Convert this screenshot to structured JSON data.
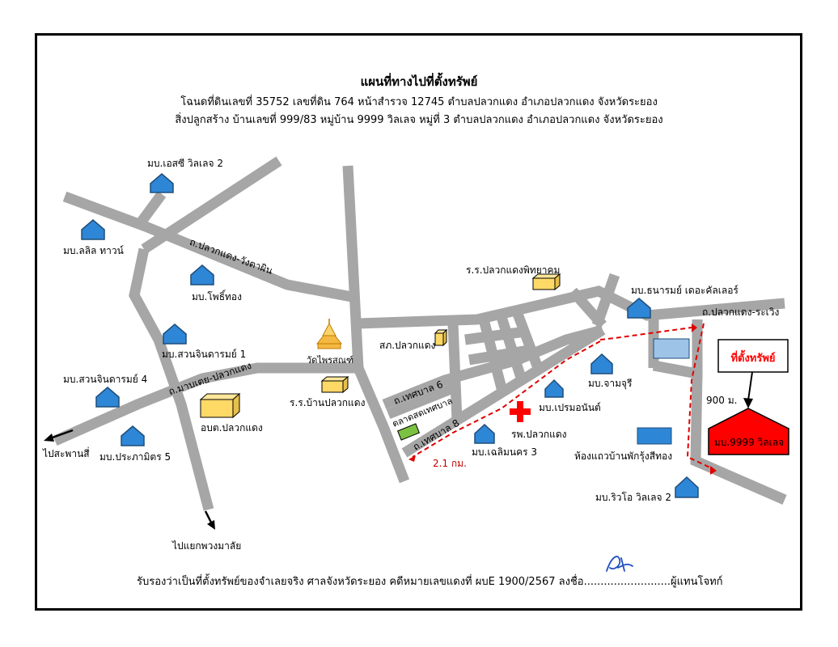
{
  "header": {
    "title": "แผนที่ทางไปที่ตั้งทรัพย์",
    "line1": "โฉนดที่ดินเลขที่ 35752  เลขที่ดิน 764  หน้าสำรวจ 12745  ตำบลปลวกแดง  อำเภอปลวกแดง  จังหวัดระยอง",
    "line2": "สิ่งปลูกสร้าง  บ้านเลขที่ 999/83  หมู่บ้าน 9999 วิลเลจ  หมู่ที่ 3  ตำบลปลวกแดง  อำเภอปลวกแดง  จังหวัดระยอง"
  },
  "roads": {
    "pluakdaeng_wangtaphin": "ถ.ปลวกแดง-วังตาผิน",
    "maptaphut_pluakdaeng": "ถ.มาบเตย-ปลวกแดง",
    "pluakdaeng_rawoeng": "ถ.ปลวกแดง-ระเวิง",
    "thesaban6": "ถ.เทศบาล 6",
    "thesaban8": "ถ.เทศบาล 8"
  },
  "places": {
    "es_village2": "มบ.เอสซี วิลเลจ 2",
    "lalil_town": "มบ.ลลิล ทาวน์",
    "phothong": "มบ.โพธิ์ทอง",
    "suanjindaram1": "มบ.สวนจินดารมย์ 1",
    "suanjindaram4": "มบ.สวนจินดารมย์ 4",
    "prapamit5": "มบ.ประภามิตร 5",
    "temple": "วัดไพรสณฑ์",
    "school_banpluak": "ร.ร.บ้านปลวกแดง",
    "obt": "อบต.ปลวกแดง",
    "police": "สภ.ปลวกแดง",
    "school_phitthayakhom": "ร.ร.ปลวกแดงพิทยาคม",
    "market": "ตลาดสดเทศบาล",
    "hospital": "รพ.ปลวกแดง",
    "premanan": "มบ.เปรมอนันต์",
    "chaloemnakhon3": "มบ.เฉลิมนคร 3",
    "jamjuree": "มบ.จามจุรี",
    "thanarom": "มบ.ธนารมย์ เดอะคัลเลอร์",
    "shophouse": "ห้องแถวบ้านพักรุ้งสีทอง",
    "rivo_village2": "มบ.ริวโอ วิลเลจ 2"
  },
  "directions": {
    "to_sapansi": "ไปสะพานสี่",
    "to_phuangmalai": "ไปแยกพวงมาลัย"
  },
  "distances": {
    "d1": "2.1 กม.",
    "d2": "900 ม."
  },
  "property": {
    "label": "ที่ตั้งทรัพย์",
    "name": "มบ.9999 วิลเลจ"
  },
  "footer": {
    "text": "รับรองว่าเป็นที่ตั้งทรัพย์ของจำเลยจริง ศาลจังหวัดระยอง คดีหมายเลขแดงที่ ผบE 1900/2567 ลงชื่อ..........................ผู้แทนโจทก์"
  },
  "colors": {
    "road": "#a6a6a6",
    "house_icon": "#2e86d6",
    "building": "#ffd966",
    "property": "#ff0000",
    "market": "#7cc242",
    "pond": "#9dc3e6",
    "route": "#e00000"
  }
}
